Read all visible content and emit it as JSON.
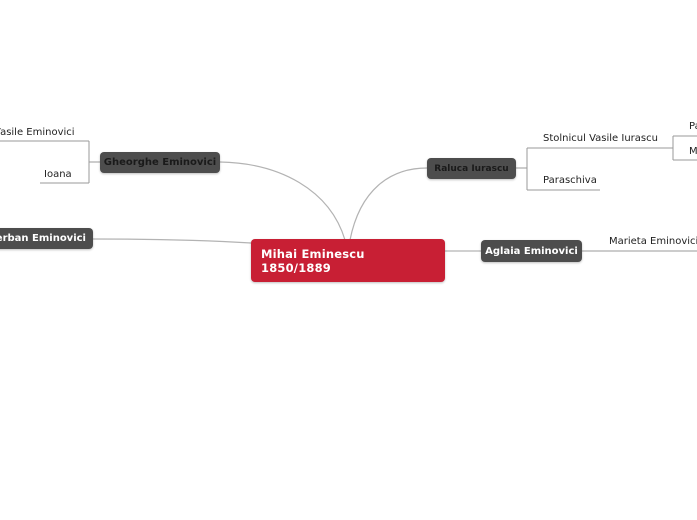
{
  "colors": {
    "root": "#c81f34",
    "node": "#4d4d4d",
    "connector": "#b3b3b3",
    "leaf_line": "#9a9a9a"
  },
  "root": {
    "line1": "Mihai Eminescu",
    "line2": "1850/1889"
  },
  "branches": {
    "gheorghe": {
      "label": "Gheorghe Eminovici",
      "children": [
        "Vasile Eminovici",
        "Ioana"
      ]
    },
    "raluca": {
      "label": "Raluca Iurascu",
      "children": [
        "Stolnicul Vasile Iurascu",
        "Paraschiva"
      ],
      "grandchildren": [
        "Pa",
        "M"
      ]
    },
    "serban": {
      "label": "Șerban Eminovici"
    },
    "aglaia": {
      "label": "Aglaia Eminovici",
      "children": [
        "Marieta Eminovici"
      ]
    }
  }
}
